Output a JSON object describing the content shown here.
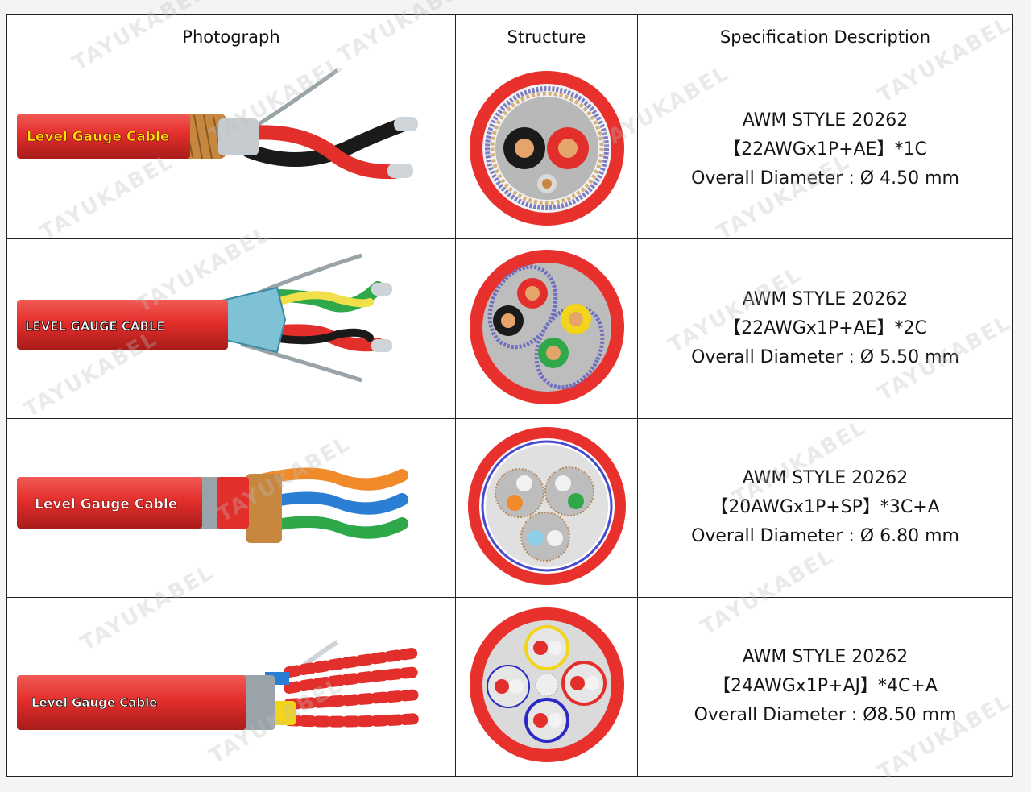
{
  "headers": {
    "photograph": "Photograph",
    "structure": "Structure",
    "specification": "Specification Description"
  },
  "watermark": "TAYUKABEL",
  "colors": {
    "jacket": "#e8302d",
    "jacket_dark": "#b8211f",
    "shield_blue": "#6aa8d8",
    "copper": "#c8873f",
    "silver": "#cfd4d8"
  },
  "rows": [
    {
      "cable_label": "Level Gauge Cable",
      "label_color": "#ffe600",
      "icon": "level-gauge-cable-1c",
      "spec": {
        "style": "AWM STYLE 20262",
        "construction": "【22AWGx1P+AE】*1C",
        "diameter": "Overall Diameter : Ø 4.50 mm"
      }
    },
    {
      "cable_label": "LEVEL GAUGE CABLE",
      "label_color": "#ffffff",
      "icon": "level-gauge-cable-2c",
      "spec": {
        "style": "AWM STYLE 20262",
        "construction": "【22AWGx1P+AE】*2C",
        "diameter": "Overall Diameter : Ø 5.50 mm"
      }
    },
    {
      "cable_label": "Level Gauge Cable",
      "label_color": "#ffffff",
      "icon": "level-gauge-cable-3c",
      "spec": {
        "style": "AWM STYLE 20262",
        "construction": "【20AWGx1P+SP】*3C+A",
        "diameter": "Overall Diameter : Ø 6.80 mm"
      }
    },
    {
      "cable_label": "Level Gauge Cable",
      "label_color": "#ffffff",
      "icon": "level-gauge-cable-4c",
      "spec": {
        "style": "AWM STYLE 20262",
        "construction": "【24AWGx1P+AJ】*4C+A",
        "diameter": "Overall Diameter : Ø8.50 mm"
      }
    }
  ]
}
